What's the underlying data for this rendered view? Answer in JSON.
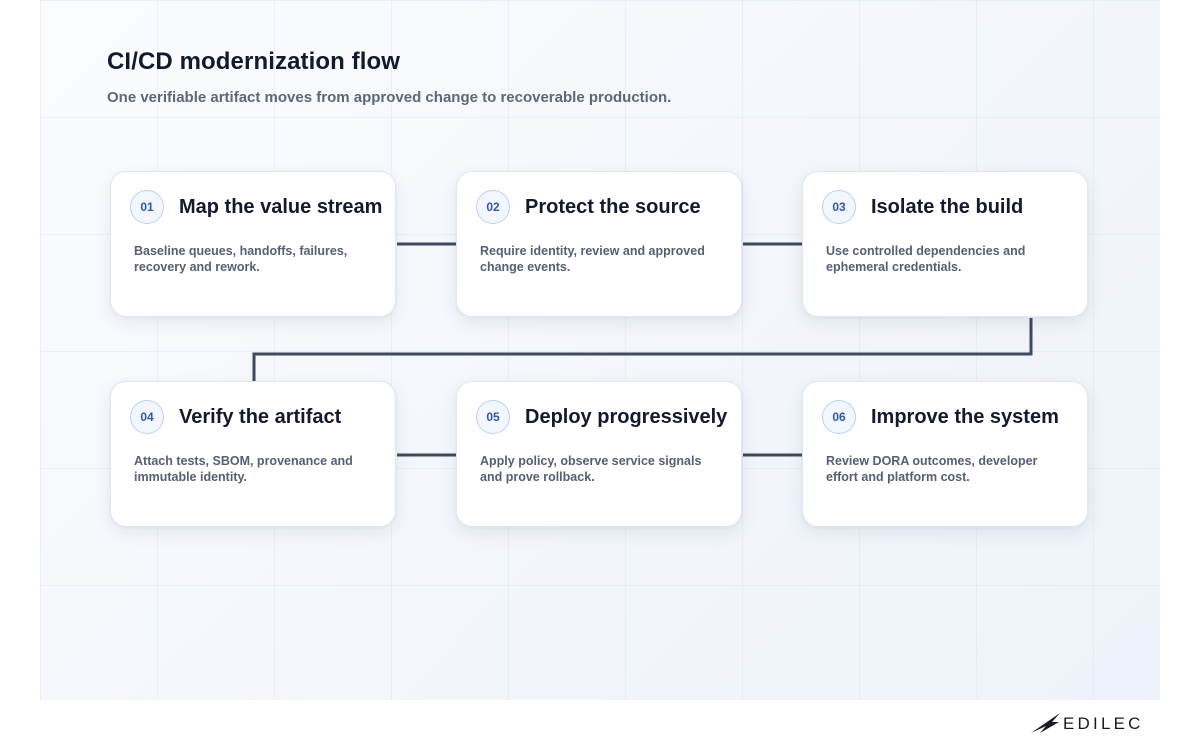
{
  "title": "CI/CD modernization flow",
  "subtitle": "One verifiable artifact moves from approved change to recoverable production.",
  "steps": [
    {
      "number": "01",
      "title": "Map the value stream",
      "description": "Baseline queues, handoffs, failures, recovery and rework."
    },
    {
      "number": "02",
      "title": "Protect the source",
      "description": "Require identity, review and approved change events."
    },
    {
      "number": "03",
      "title": "Isolate the build",
      "description": "Use controlled dependencies and ephemeral credentials."
    },
    {
      "number": "04",
      "title": "Verify the artifact",
      "description": "Attach tests, SBOM, provenance and immutable identity."
    },
    {
      "number": "05",
      "title": "Deploy progressively",
      "description": "Apply policy, observe service signals and prove rollback."
    },
    {
      "number": "06",
      "title": "Improve the system",
      "description": "Review DORA outcomes, developer effort and platform cost."
    }
  ],
  "colors": {
    "connector": "#3f4a5c",
    "badge_text": "#3257a8",
    "badge_border": "#bfcff0",
    "title": "#141a2e"
  },
  "logo": {
    "text": "EDILEC",
    "icon": "bird-wing-icon"
  }
}
